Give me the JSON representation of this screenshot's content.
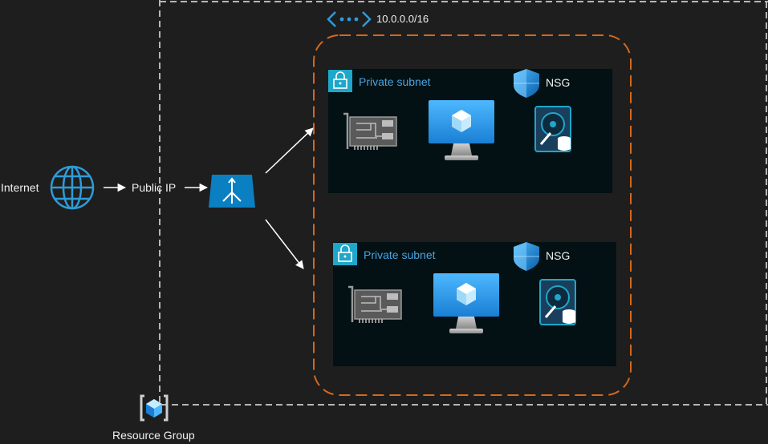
{
  "labels": {
    "internet": "Internet",
    "public_ip": "Public IP",
    "vnet_cidr": "10.0.0.0/16",
    "resource_group": "Resource Group"
  },
  "subnets": [
    {
      "label": "Private subnet",
      "nsg": "NSG"
    },
    {
      "label": "Private subnet",
      "nsg": "NSG"
    }
  ],
  "colors": {
    "background": "#1e1e1e",
    "resource_group_border": "#b5b5b5",
    "vnet_border": "#d2691e",
    "subnet_fill": "#031114",
    "azure_blue": "#0a7fc2",
    "icon_cyan": "#1ea7c9"
  },
  "icons": {
    "internet": "globe-icon",
    "load_balancer": "load-balancer-icon",
    "vnet": "virtual-network-icon",
    "subnet": "subnet-lock-icon",
    "nsg": "shield-icon",
    "nic": "network-interface-icon",
    "vm": "virtual-machine-icon",
    "disk": "managed-disk-icon",
    "resource_group": "resource-group-icon"
  }
}
